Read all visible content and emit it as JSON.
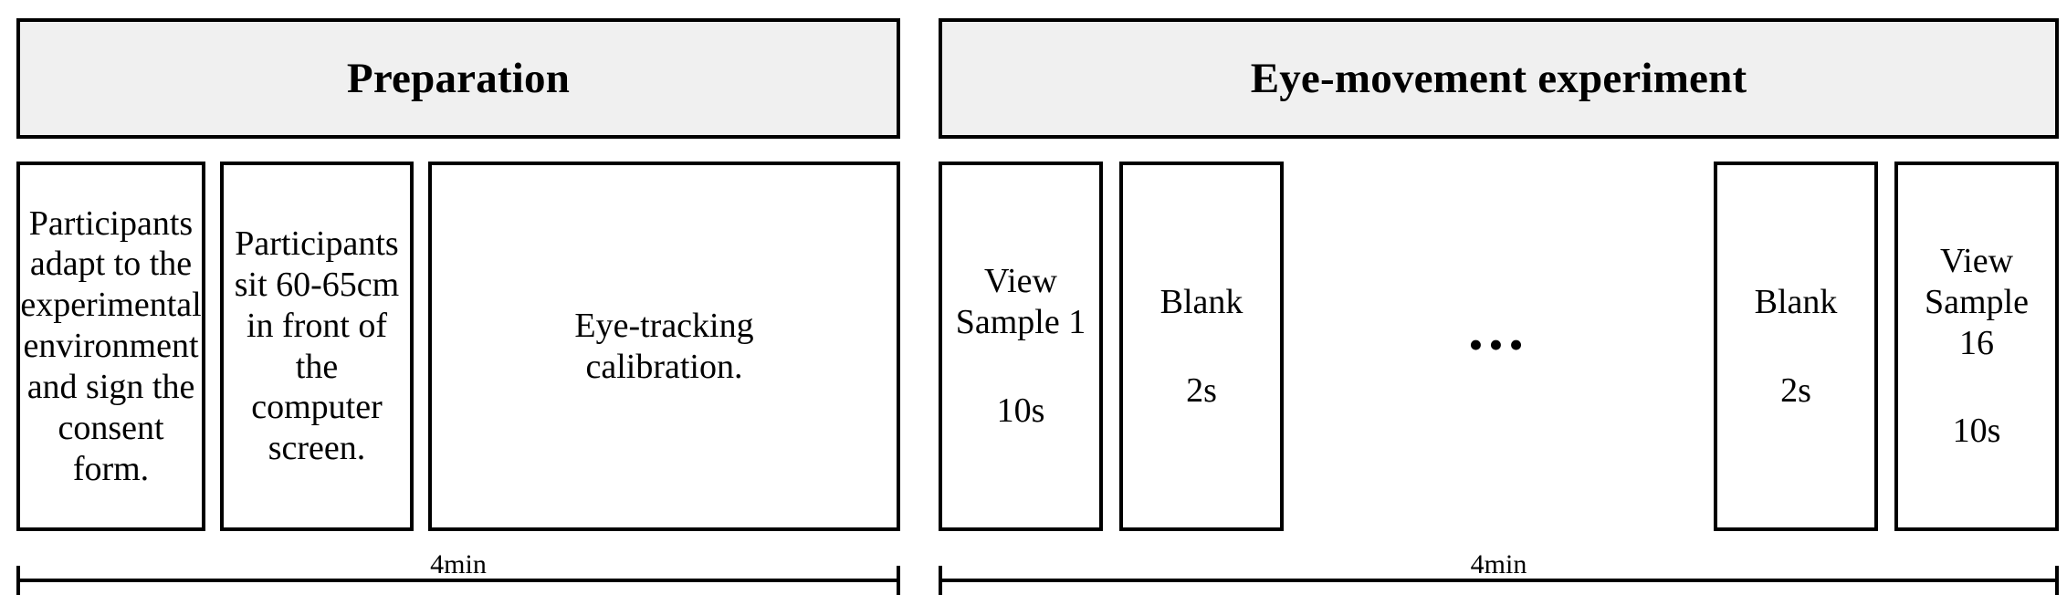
{
  "figure": {
    "background_color": "#ffffff",
    "line_color": "#000000",
    "header_fill_color": "#f0f0f0"
  },
  "panels": [
    {
      "id": "preparation",
      "header": "Preparation",
      "duration": "4min",
      "boxes": [
        {
          "id": "adapt",
          "text": "Participants\nadapt to the\nexperimental\nenvironment\nand sign the\nconsent form."
        },
        {
          "id": "sit",
          "text": "Participants\nsit 60-65cm\nin front of\nthe computer\nscreen."
        },
        {
          "id": "calibration",
          "text": "Eye-tracking\ncalibration."
        }
      ]
    },
    {
      "id": "experiment",
      "header": "Eye-movement experiment",
      "duration": "4min",
      "ellipsis": "•••",
      "boxes": [
        {
          "id": "view-first",
          "title": "View\nSample 1",
          "duration": "10s"
        },
        {
          "id": "blank-first",
          "title": "Blank",
          "duration": "2s"
        },
        {
          "id": "blank-last",
          "title": "Blank",
          "duration": "2s"
        },
        {
          "id": "view-last",
          "title": "View\nSample 16",
          "duration": "10s"
        }
      ]
    }
  ]
}
